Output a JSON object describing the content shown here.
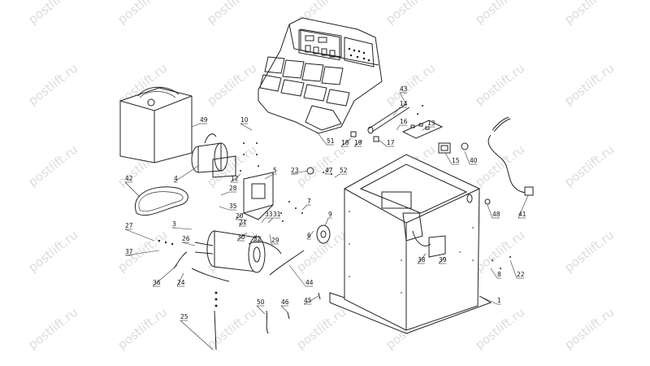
{
  "diagram": {
    "watermark_text": "postlift.ru",
    "parts": [
      {
        "label": "1"
      },
      {
        "label": "3"
      },
      {
        "label": "4"
      },
      {
        "label": "5"
      },
      {
        "label": "6"
      },
      {
        "label": "7"
      },
      {
        "label": "8"
      },
      {
        "label": "9"
      },
      {
        "label": "10"
      },
      {
        "label": "12"
      },
      {
        "label": "13"
      },
      {
        "label": "14"
      },
      {
        "label": "15"
      },
      {
        "label": "16"
      },
      {
        "label": "17"
      },
      {
        "label": "18"
      },
      {
        "label": "19"
      },
      {
        "label": "20"
      },
      {
        "label": "21"
      },
      {
        "label": "22"
      },
      {
        "label": "23"
      },
      {
        "label": "24"
      },
      {
        "label": "25"
      },
      {
        "label": "26"
      },
      {
        "label": "27"
      },
      {
        "label": "28"
      },
      {
        "label": "29"
      },
      {
        "label": "30"
      },
      {
        "label": "31"
      },
      {
        "label": "32"
      },
      {
        "label": "33"
      },
      {
        "label": "35"
      },
      {
        "label": "36"
      },
      {
        "label": "37"
      },
      {
        "label": "38"
      },
      {
        "label": "39"
      },
      {
        "label": "40"
      },
      {
        "label": "41"
      },
      {
        "label": "42"
      },
      {
        "label": "43"
      },
      {
        "label": "44"
      },
      {
        "label": "45"
      },
      {
        "label": "46"
      },
      {
        "label": "47"
      },
      {
        "label": "48"
      },
      {
        "label": "49"
      },
      {
        "label": "50"
      },
      {
        "label": "51"
      },
      {
        "label": "52"
      }
    ]
  }
}
